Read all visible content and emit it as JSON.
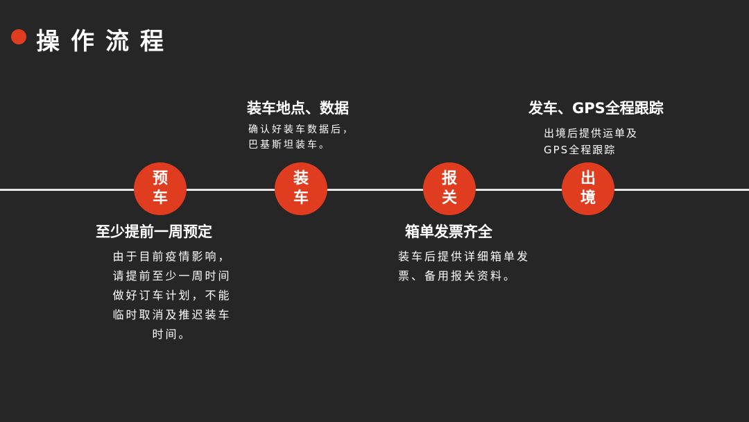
{
  "title": "操作流程",
  "colors": {
    "background": "#262626",
    "accent": "#e03c1f",
    "line": "#e6e6e6",
    "text": "#ffffff"
  },
  "steps": [
    {
      "line1": "预",
      "line2": "车",
      "heading": "至少提前一周预定",
      "desc": [
        "由于目前疫情影响，",
        "请提前至少一周时间",
        "做好订车计划，不能",
        "临时取消及推迟装车",
        "时间。"
      ]
    },
    {
      "line1": "装",
      "line2": "车",
      "heading": "装车地点、数据",
      "desc": [
        "确认好装车数据后，",
        "巴基斯坦装车。"
      ]
    },
    {
      "line1": "报",
      "line2": "关",
      "heading": "箱单发票齐全",
      "desc": [
        "装车后提供详细箱单发",
        "票、备用报关资料。"
      ]
    },
    {
      "line1": "出",
      "line2": "境",
      "heading": "发车、GPS全程跟踪",
      "desc": [
        "出境后提供运单及",
        "GPS全程跟踪"
      ]
    }
  ]
}
